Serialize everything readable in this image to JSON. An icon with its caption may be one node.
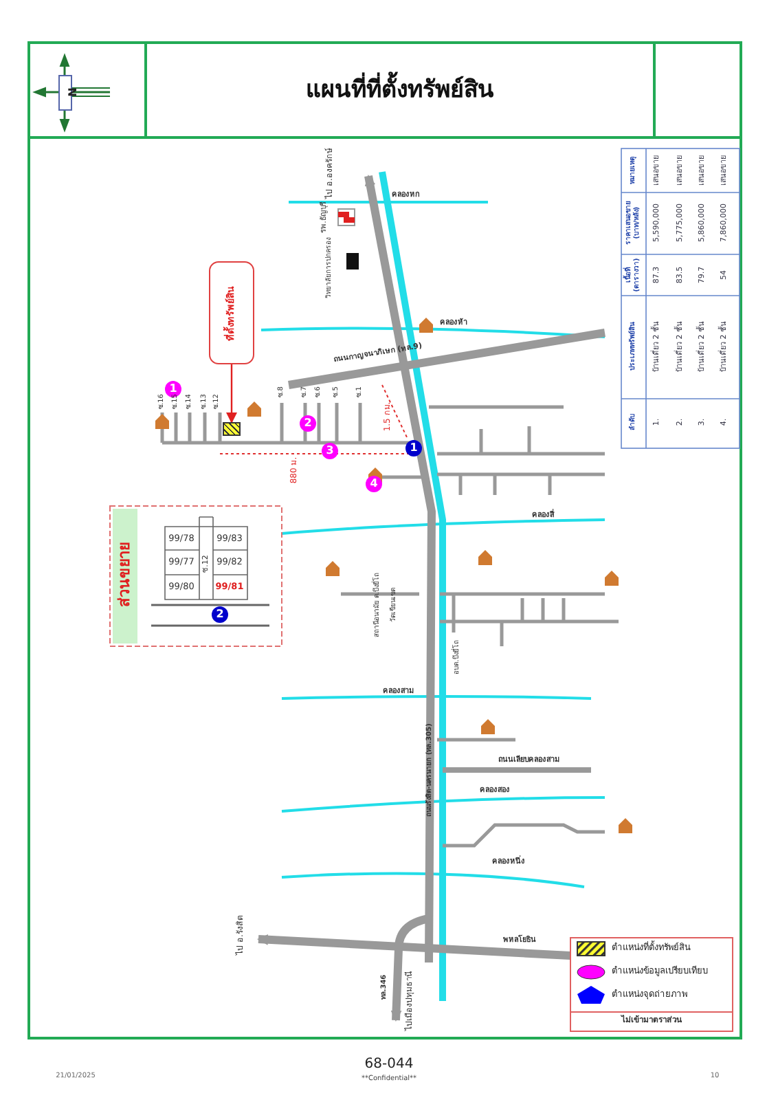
{
  "diagram": {
    "title": "แผนที่ที่ตั้งทรัพย์สิน",
    "nodes": [
      {
        "text": [
          "ที่ตั้งทรัพย์สิน"
        ]
      },
      {
        "text": [],
        "shape": "box"
      }
    ],
    "edges": [
      {
        "from": 0,
        "to": 1,
        "arrow": "to",
        "color": "#e02020"
      }
    ],
    "labels": [
      "N",
      "ไป อ.องครักษ์",
      "คลองหก",
      "รพ.ธัญบุรี",
      "วิทยาลัยการปกครอง",
      "คลองห้า",
      "ถนนกาญจนาภิเษก (ทล.9)",
      "1",
      "ซ.16",
      "ซ.15",
      "ซ.14",
      "ซ.13",
      "ซ.12",
      "ซ.8",
      "ซ.7",
      "ซ.6",
      "ซ.5",
      "ซ.1",
      "1.5 กม.",
      "2",
      "3",
      "1",
      "880 ม.",
      "4",
      "ส่วนขยาย",
      "99/78",
      "99/83",
      "99/77",
      "ซ.12",
      "99/82",
      "99/80",
      "99/81",
      "2",
      "คลองสี่",
      "สถานีอนามัย ต.บึงยี่โถ",
      "วัดเขียนเขต",
      "อบต.บึงยี่โถ",
      "คลองสาม",
      "ถนนรังสิต-นครนายก (ทล.305)",
      "ถนนเลียบคลองสาม",
      "คลองสอง",
      "คลองหนึ่ง",
      "พหลโยธิน",
      "ไป อ.รังสิต",
      "ทล.346",
      "ไปเมืองปทุมธานี",
      "ไม่เข้ามาตราส่วน",
      "ลำดับ",
      "ประเภททรัพย์สิน",
      "เนื้อที่ (ตารางวา)",
      "ราคาเสนอขาย (บาท/หลัง)",
      "หมายเหตุ",
      "1.",
      "บ้านเดี่ยว 2 ชั้น",
      "87.3",
      "5,590,000",
      "เสนอขาย",
      "2.",
      "บ้านเดี่ยว 2 ชั้น",
      "83.5",
      "5,775,000",
      "เสนอขาย",
      "3.",
      "บ้านเดี่ยว 2 ชั้น",
      "79.7",
      "5,860,000",
      "เสนอขาย",
      "4.",
      "บ้านเดี่ยว 2 ชั้น",
      "54",
      "7,860,000",
      "เสนอขาย",
      "21/01/2025",
      "68-044",
      "**Confidential**",
      "10"
    ],
    "legend": [
      {
        "text": "ตำแหน่งที่ตั้งทรัพย์สิน"
      },
      {
        "text": "ตำแหน่งข้อมูลเปรียบเทียบ",
        "color": "#ff00ff"
      },
      {
        "text": "ตำแหน่งจุดถ่ายภาพ",
        "color": "#0000ff"
      }
    ]
  }
}
